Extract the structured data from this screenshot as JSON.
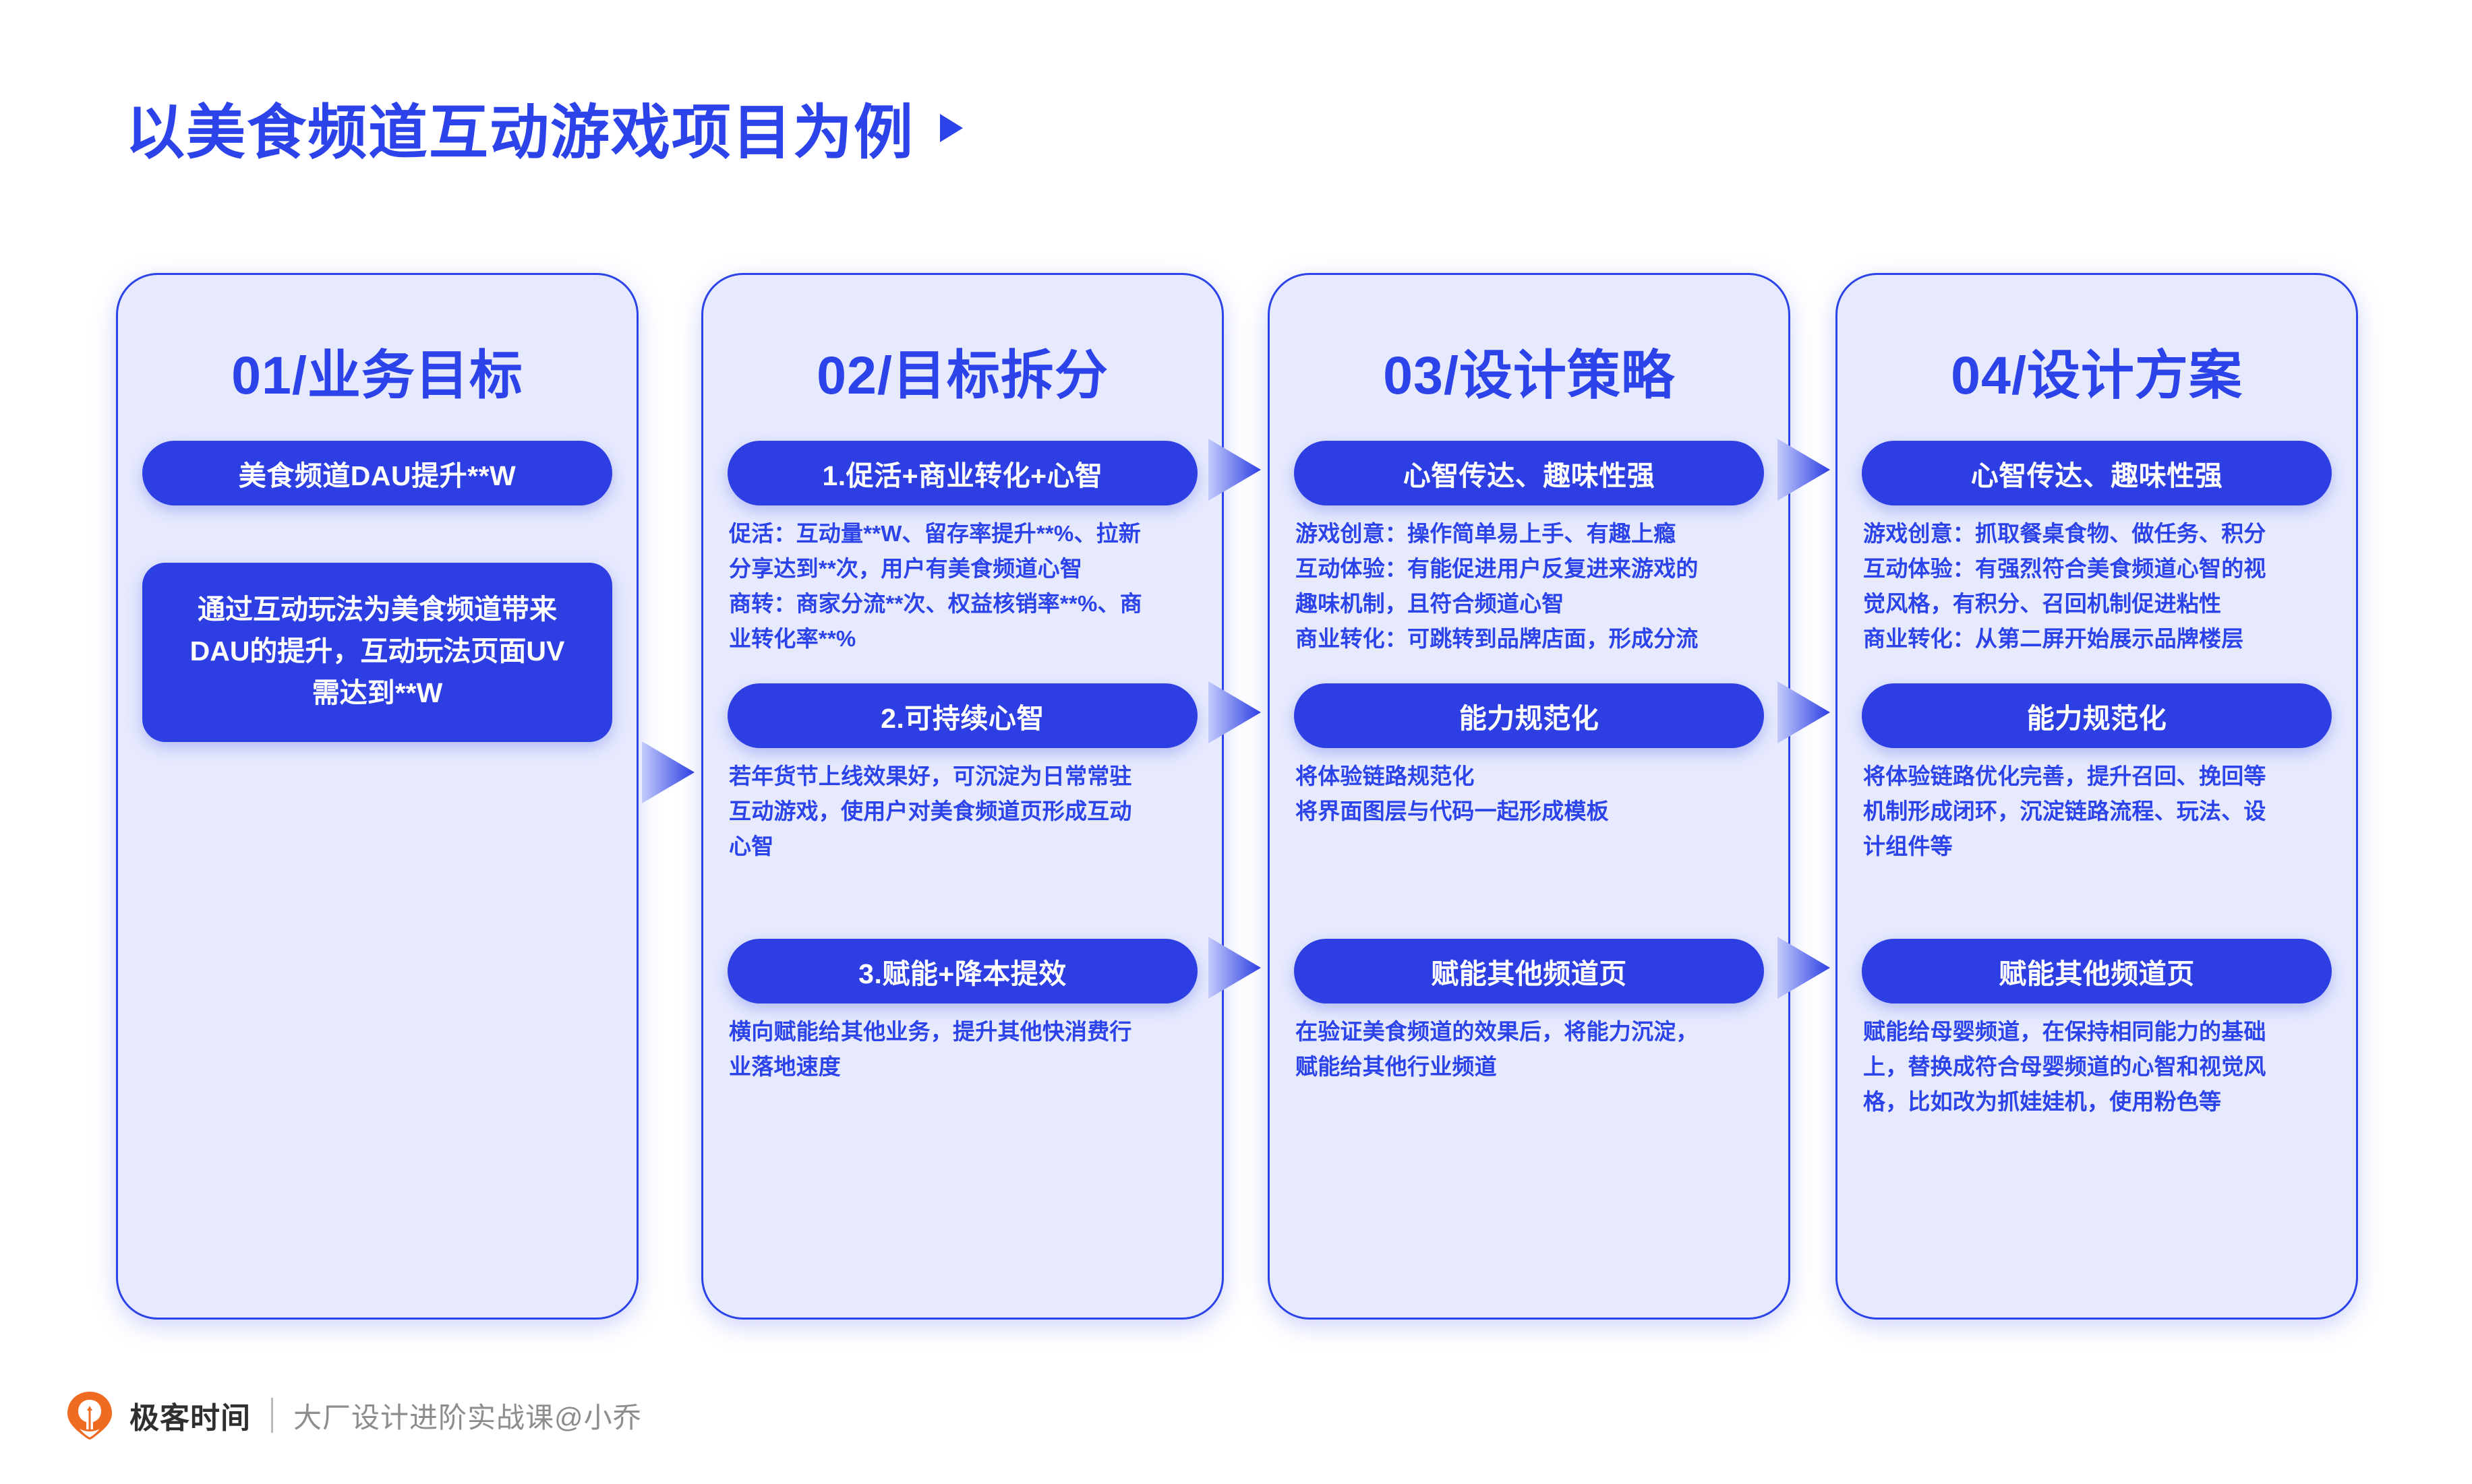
{
  "slide": {
    "title": "以美食频道互动游戏项目为例",
    "title_arrow_icon": "play-triangle-icon",
    "accent_blue": "#2b43e8",
    "pill_blue": "#2d3fe3",
    "card_fill": "#e7eafd",
    "page_background": "#ffffff"
  },
  "columns": [
    {
      "heading": "01/业务目标",
      "pill": "美食频道DAU提升**W",
      "arrow_icon": "down-triangle-icon",
      "statement": "通过互动玩法为美食频道带来\nDAU的提升，互动玩法页面UV\n需达到**W"
    },
    {
      "heading": "02/目标拆分",
      "blocks": [
        {
          "pill": "1.促活+商业转化+心智",
          "body": "促活：互动量**W、留存率提升**%、拉新\n分享达到**次，用户有美食频道心智\n商转：商家分流**次、权益核销率**%、商\n业转化率**%"
        },
        {
          "pill": "2.可持续心智",
          "body": "若年货节上线效果好，可沉淀为日常常驻\n互动游戏，使用户对美食频道页形成互动\n心智"
        },
        {
          "pill": "3.赋能+降本提效",
          "body": "横向赋能给其他业务，提升其他快消费行\n业落地速度"
        }
      ]
    },
    {
      "heading": "03/设计策略",
      "blocks": [
        {
          "pill": "心智传达、趣味性强",
          "body": "游戏创意：操作简单易上手、有趣上瘾\n互动体验：有能促进用户反复进来游戏的\n趣味机制，且符合频道心智\n商业转化：可跳转到品牌店面，形成分流"
        },
        {
          "pill": "能力规范化",
          "body": "将体验链路规范化\n将界面图层与代码一起形成模板"
        },
        {
          "pill": "赋能其他频道页",
          "body": "在验证美食频道的效果后，将能力沉淀，\n赋能给其他行业频道"
        }
      ]
    },
    {
      "heading": "04/设计方案",
      "blocks": [
        {
          "pill": "心智传达、趣味性强",
          "body": "游戏创意：抓取餐桌食物、做任务、积分\n互动体验：有强烈符合美食频道心智的视\n觉风格，有积分、召回机制促进粘性\n商业转化：从第二屏开始展示品牌楼层"
        },
        {
          "pill": "能力规范化",
          "body": "将体验链路优化完善，提升召回、挽回等\n机制形成闭环，沉淀链路流程、玩法、设\n计组件等"
        },
        {
          "pill": "赋能其他频道页",
          "body": "赋能给母婴频道，在保持相同能力的基础\n上，替换成符合母婴频道的心智和视觉风\n格，比如改为抓娃娃机，使用粉色等"
        }
      ]
    }
  ],
  "connectors": {
    "icon": "right-triangle-icon",
    "count": 9
  },
  "footer": {
    "logo_icon": "geektime-pin-logo-icon",
    "brand": "极客时间",
    "divider": "|",
    "course": "大厂设计进阶实战课@小乔",
    "logo_color": "#f06b22"
  }
}
